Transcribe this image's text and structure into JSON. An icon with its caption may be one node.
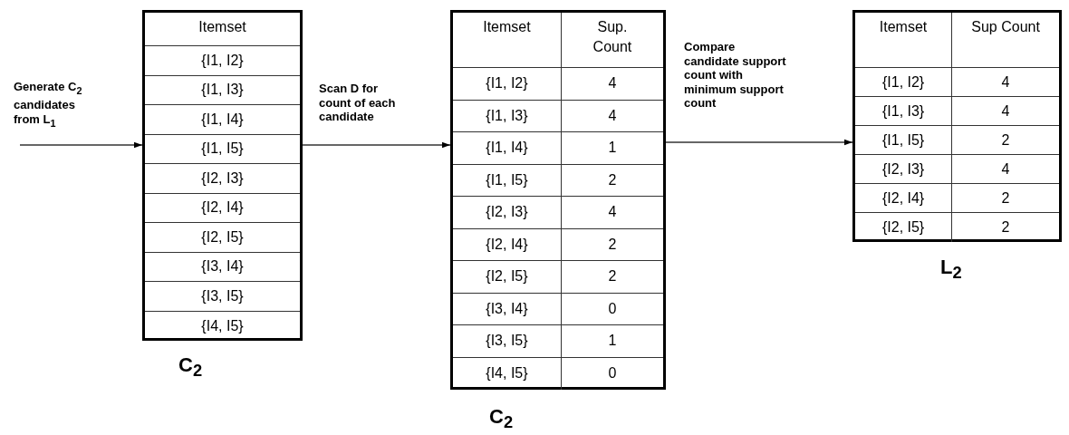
{
  "diagram": {
    "nodes": [
      {
        "text": [
          "Itemset",
          "{I1, I2}",
          "{I1, I3}",
          "{I1, I4}",
          "{I1, I5}",
          "{I2, I3}",
          "{I2, I4}",
          "{I2, I5}",
          "{I3, I4}",
          "{I3, I5}",
          "{I4, I5}"
        ],
        "beside": [
          "C$_{2}$"
        ]
      },
      {
        "text": [
          "Itemset",
          "Sup. Count",
          "{I1, I2}",
          "4",
          "{I1, I3}",
          "4",
          "{I1, I4}",
          "1",
          "{I1, I5}",
          "2",
          "{I2, I3}",
          "4",
          "{I2, I4}",
          "2",
          "{I2, I5}",
          "2",
          "{I3, I4}",
          "0",
          "{I3, I5}",
          "1",
          "{I4, I5}",
          "0"
        ],
        "beside": [
          "C$_{2}$"
        ]
      },
      {
        "text": [
          "Itemset",
          "Sup Count",
          "{I1, I2}",
          "4",
          "{I1, I3}",
          "4",
          "{I1, I5}",
          "2",
          "{I2, I3}",
          "4",
          "{I2, I4}",
          "2",
          "{I2, I5}",
          "2"
        ],
        "beside": [
          "L$_{2}$"
        ]
      }
    ],
    "edges": [
      {
        "from": null,
        "to": 0,
        "arrow": "to",
        "label": "Generate C$_{2}$ candidates from L$_{1}$"
      },
      {
        "from": 0,
        "to": 1,
        "arrow": "to",
        "label": "Scan D for count of each candidate"
      },
      {
        "from": 1,
        "to": 2,
        "arrow": "to",
        "label": "Compare candidate support count with minimum support count"
      }
    ]
  }
}
